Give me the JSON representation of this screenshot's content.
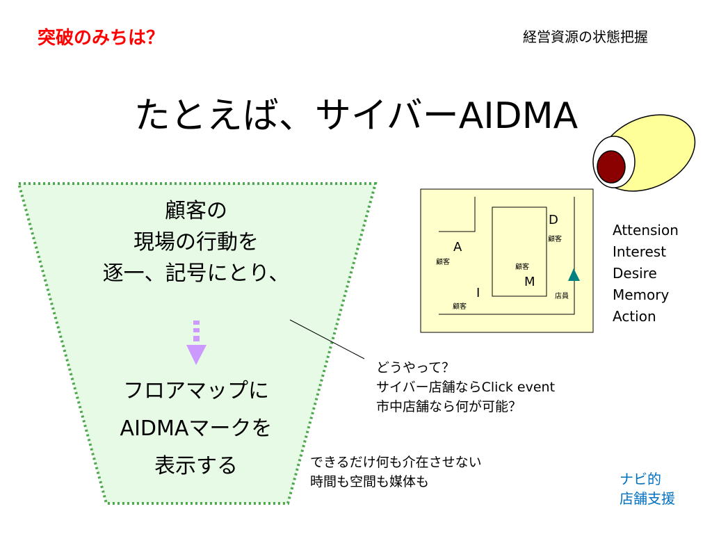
{
  "header": {
    "top_left": "突破のみちは？",
    "top_right": "経営資源の状態把握"
  },
  "title": "たとえば、サイバーAIDMA",
  "funnel": {
    "top_lines": [
      "顧客の",
      "現場の行動を",
      "逐一、記号にとり、"
    ],
    "bottom_lines": [
      "フロアマップに",
      "AIDMAマークを",
      "表示する"
    ],
    "fill_color": "#e6fae6",
    "border_color": "#4fa84f",
    "arrow_color": "#cc99ff"
  },
  "floor_map": {
    "background": "#ffffcc",
    "marks": {
      "A": "A",
      "I": "I",
      "D": "D",
      "M": "M"
    },
    "customer_label": "顧客",
    "staff_label": "店員",
    "staff_marker_color": "#008080"
  },
  "aidma_terms": [
    "Attension",
    "Interest",
    "Desire",
    "Memory",
    "Action"
  ],
  "question_note": [
    "どうやって？",
    "サイバー店舗ならClick event",
    "市中店舗なら何が可能？"
  ],
  "minimize_note": [
    "できるだけ何も介在させない",
    "時間も空間も媒体も"
  ],
  "navi_note": [
    "ナビ的",
    "店舗支援"
  ],
  "eye_graphic": {
    "outer": "#ffff99",
    "middle": "#ffffff",
    "inner": "#8b0000"
  }
}
